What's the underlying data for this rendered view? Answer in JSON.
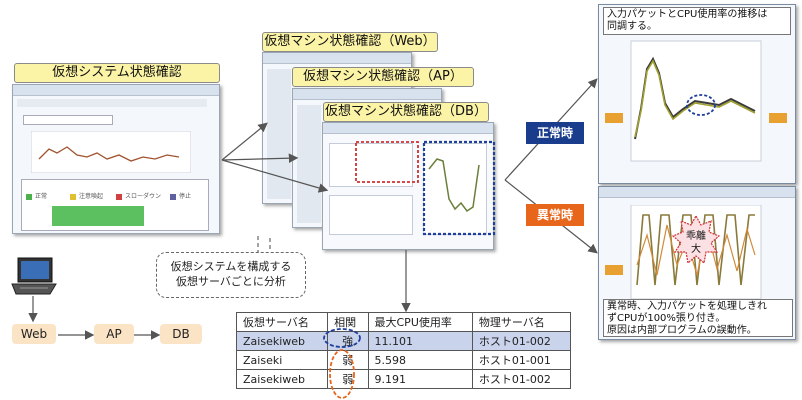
{
  "left_window": {
    "title": "仮想システム状態確認",
    "legend_items": [
      "正常",
      "注意喚起",
      "スローダウン",
      "停止"
    ]
  },
  "stacked_windows": [
    {
      "title": "仮想マシン状態確認（Web）"
    },
    {
      "title": "仮想マシン状態確認（AP）"
    },
    {
      "title": "仮想マシン状態確認（DB）"
    }
  ],
  "callout": {
    "line1": "仮想システムを構成する",
    "line2": "仮想サーバごとに分析"
  },
  "flow": {
    "nodes": [
      "Web",
      "AP",
      "DB"
    ]
  },
  "table": {
    "headers": [
      "仮想サーバ名",
      "相関",
      "最大CPU使用率",
      "物理サーバ名"
    ],
    "rows": [
      {
        "name": "Zaisekiweb",
        "corr": "強",
        "cpu": "11.101",
        "host": "ホスト01-002",
        "highlight": true
      },
      {
        "name": "Zaiseki",
        "corr": "弱",
        "cpu": "5.598",
        "host": "ホスト01-001",
        "highlight": false
      },
      {
        "name": "Zaisekiweb",
        "corr": "弱",
        "cpu": "9.191",
        "host": "ホスト01-002",
        "highlight": false
      }
    ]
  },
  "normal": {
    "badge": "正常時",
    "badge_color": "#1a3c8c",
    "note_line1": "入力パケットとCPU使用率の推移は",
    "note_line2": "同調する。"
  },
  "abnormal": {
    "badge": "異常時",
    "badge_color": "#e8661b",
    "star_line1": "乖離",
    "star_line2": "大",
    "note_line1": "異常時、入力パケットを処理しきれ",
    "note_line2": "ずCPUが100%張り付き。",
    "note_line3": "原因は内部プログラムの誤動作。"
  },
  "colors": {
    "title_tag": "#fbf3a6",
    "pill": "#fbe3c6",
    "table_highlight": "#c9d4ec",
    "dashed_blue": "#1f3f9a",
    "dashed_orange": "#e8661b"
  }
}
